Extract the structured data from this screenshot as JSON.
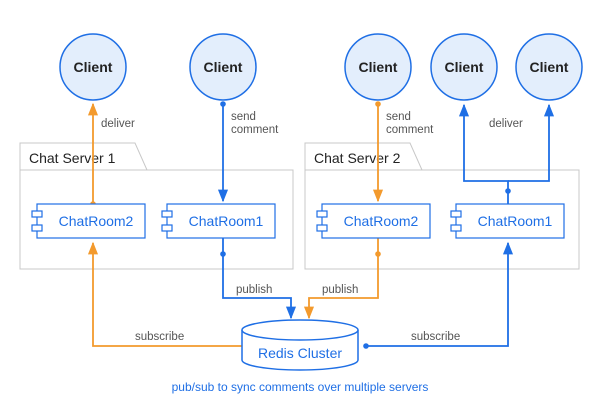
{
  "colors": {
    "blue": "#1f6fe5",
    "orange": "#f39a2d",
    "client_fill": "#e3eefc",
    "box_stroke": "#c8c8c8"
  },
  "clients": {
    "c1": "Client",
    "c2": "Client",
    "c3": "Client",
    "c4": "Client",
    "c5": "Client"
  },
  "servers": {
    "s1": {
      "title": "Chat Server 1",
      "room_a": "ChatRoom2",
      "room_b": "ChatRoom1"
    },
    "s2": {
      "title": "Chat Server 2",
      "room_a": "ChatRoom2",
      "room_b": "ChatRoom1"
    }
  },
  "labels": {
    "deliver_1": "deliver",
    "send_1_line1": "send",
    "send_1_line2": "comment",
    "send_2_line1": "send",
    "send_2_line2": "comment",
    "deliver_2": "deliver",
    "publish_1": "publish",
    "publish_2": "publish",
    "subscribe_1": "subscribe",
    "subscribe_2": "subscribe"
  },
  "redis": {
    "label": "Redis Cluster"
  },
  "caption": "pub/sub to sync comments over multiple servers"
}
